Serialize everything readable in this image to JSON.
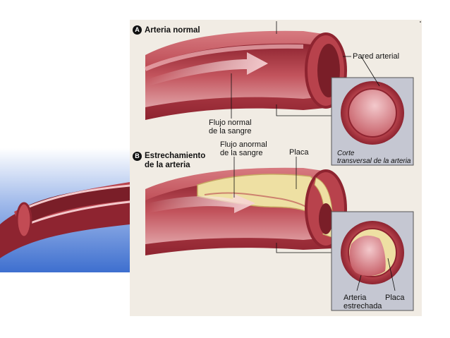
{
  "colors": {
    "artery_dark": "#8e2430",
    "artery_mid": "#b8424c",
    "artery_light": "#dd8d92",
    "panel_bg": "#f1ece4",
    "inset_bg": "#c5c7d2",
    "plaque": "#eee0a3",
    "blue_band": "#3e6fcf"
  },
  "section_a": {
    "badge": "A",
    "title": "Arteria normal",
    "label_wall": "Pared arterial",
    "label_flow_line1": "Flujo normal",
    "label_flow_line2": "de la sangre",
    "label_cross_line1": "Corte",
    "label_cross_line2": "transversal de la arteria"
  },
  "section_b": {
    "badge": "B",
    "title_line1": "Estrechamiento",
    "title_line2": "de la arteria",
    "label_flow_line1": "Flujo anormal",
    "label_flow_line2": "de la sangre",
    "label_plaque": "Placa",
    "label_narrowed_line1": "Arteria",
    "label_narrowed_line2": "estrechada",
    "label_plaque2": "Placa"
  }
}
